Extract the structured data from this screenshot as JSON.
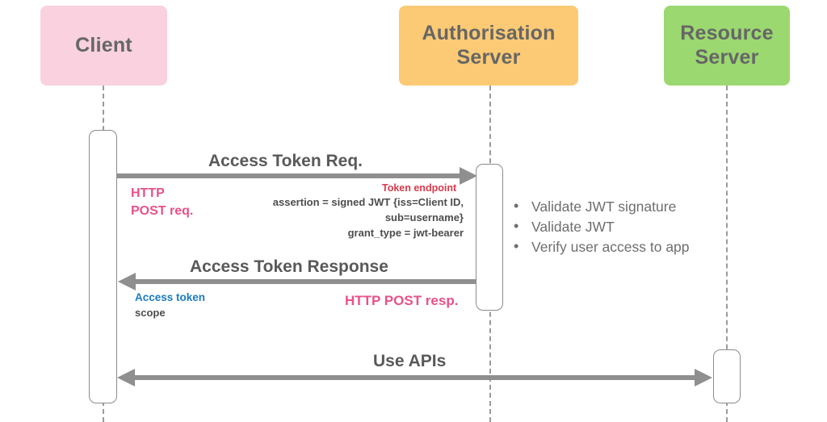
{
  "diagram": {
    "title": "JWT Bearer Grant Sequence Diagram",
    "colors": {
      "client_fill": "#FAD1DE",
      "auth_fill": "#FCCA74",
      "resource_fill": "#9BD870",
      "arrow_gray": "#8f8f8f",
      "text_gray": "#595959",
      "pink_note": "#E8518A",
      "red_note": "#D93A4B",
      "blue_note": "#1A7CC0"
    }
  },
  "actors": [
    {
      "id": "client",
      "label": "Client"
    },
    {
      "id": "auth",
      "label": "Authorisation Server"
    },
    {
      "id": "resource",
      "label": "Resource Server"
    }
  ],
  "messages": [
    {
      "id": "access-token-request",
      "title": "Access Token Req.",
      "direction": "right",
      "from": "client",
      "to": "auth"
    },
    {
      "id": "access-token-response",
      "title": "Access Token Response",
      "direction": "left",
      "from": "auth",
      "to": "client"
    },
    {
      "id": "use-apis",
      "title": "Use APIs",
      "direction": "both",
      "from": "client",
      "to": "resource"
    }
  ],
  "notes": {
    "http_post_req_line1": "HTTP",
    "http_post_req_line2": "POST req.",
    "http_post_resp": "HTTP POST resp.",
    "token_endpoint": "Token endpoint",
    "assertion_line1": "assertion =  signed JWT {iss=Client ID,",
    "assertion_line2": "sub=username}",
    "assertion_line3": "grant_type = jwt-bearer",
    "access_token": "Access token",
    "scope": "scope"
  },
  "validation_steps": [
    "Validate JWT signature",
    "Validate JWT",
    "Verify user access to app"
  ]
}
